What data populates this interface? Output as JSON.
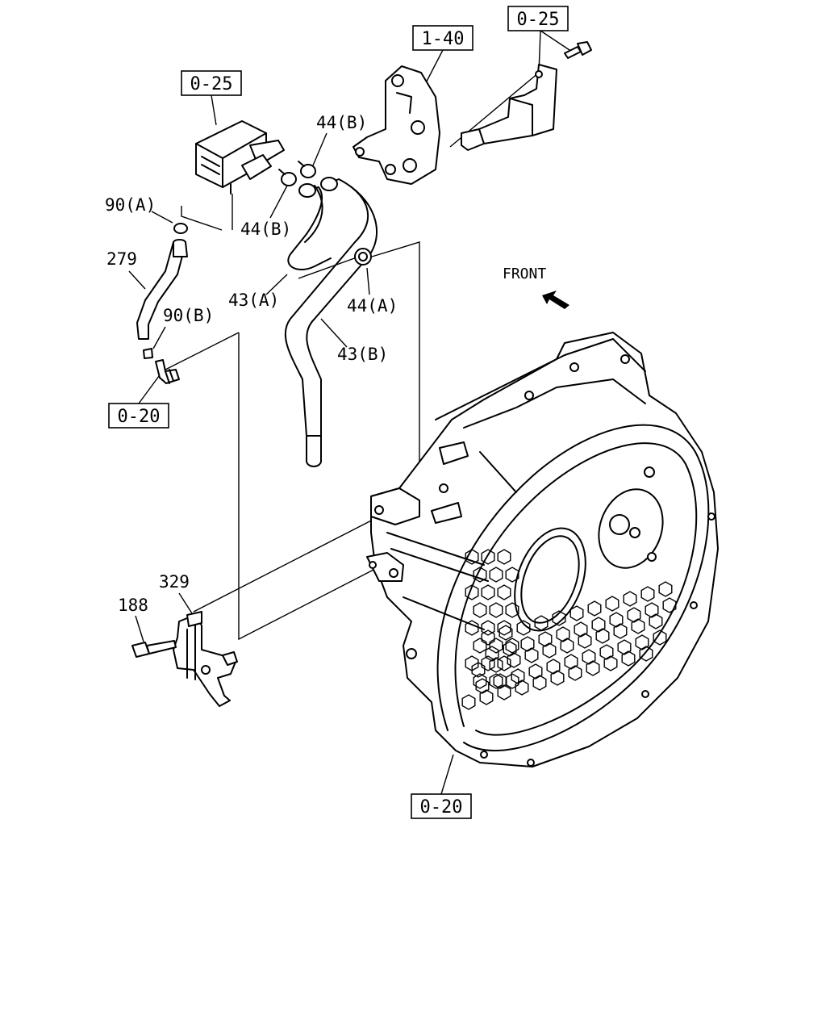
{
  "diagram": {
    "ref_boxes": {
      "r025_top_right": "0-25",
      "r140": "1-40",
      "r025_left": "0-25",
      "r020_left": "0-20",
      "r020_bottom": "0-20"
    },
    "callouts": {
      "c44b_top": "44(B)",
      "c44b_mid": "44(B)",
      "c90a": "90(A)",
      "c279": "279",
      "c43a": "43(A)",
      "c44a": "44(A)",
      "c90b": "90(B)",
      "c43b": "43(B)",
      "c329": "329",
      "c188": "188"
    },
    "front_label": "FRONT"
  }
}
